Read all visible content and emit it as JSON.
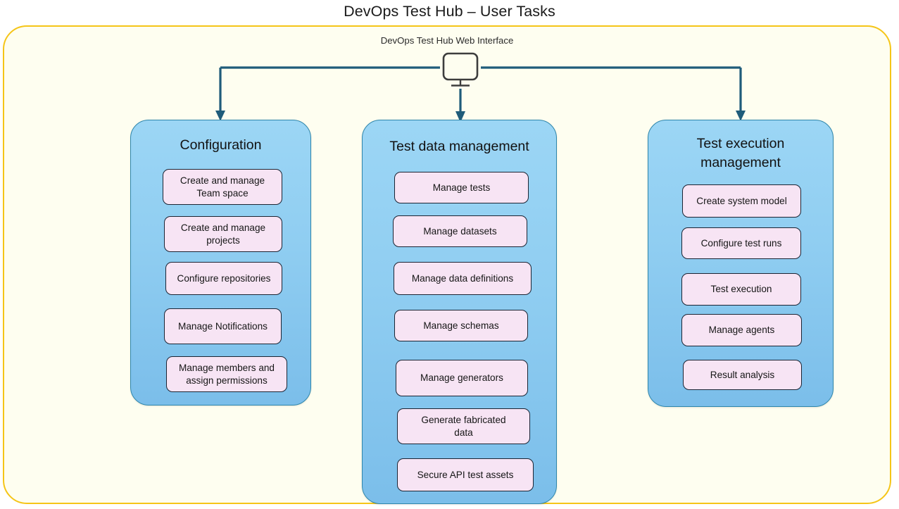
{
  "page": {
    "title": "DevOps Test Hub – User Tasks",
    "container_label": "DevOps Test Hub Web Interface",
    "root_icon": "monitor-icon"
  },
  "colors": {
    "title_text": "#1a1a1a",
    "outer_border": "#F5C518",
    "outer_background": "#FEFEF0",
    "connector_line": "#1F5C7A",
    "panel_fill_top": "#9CD6F5",
    "panel_fill_bottom": "#7BBEEA",
    "panel_border": "#2E86AB",
    "task_fill": "#F7E4F4",
    "task_border": "#1c2433",
    "monitor_stroke": "#3D3D3D"
  },
  "groups": [
    {
      "id": "configuration",
      "title": "Configuration",
      "tasks": [
        "Create and manage\nTeam space",
        "Create and manage\nprojects",
        "Configure repositories",
        "Manage Notifications",
        "Manage members and\nassign permissions"
      ]
    },
    {
      "id": "test-data-management",
      "title": "Test data management",
      "tasks": [
        "Manage tests",
        "Manage datasets",
        "Manage data definitions",
        "Manage schemas",
        "Manage generators",
        "Generate fabricated\ndata",
        "Secure API test assets"
      ]
    },
    {
      "id": "test-execution-management",
      "title": "Test execution\nmanagement",
      "tasks": [
        "Create system model",
        "Configure test runs",
        "Test execution",
        "Manage agents",
        "Result analysis"
      ]
    }
  ]
}
